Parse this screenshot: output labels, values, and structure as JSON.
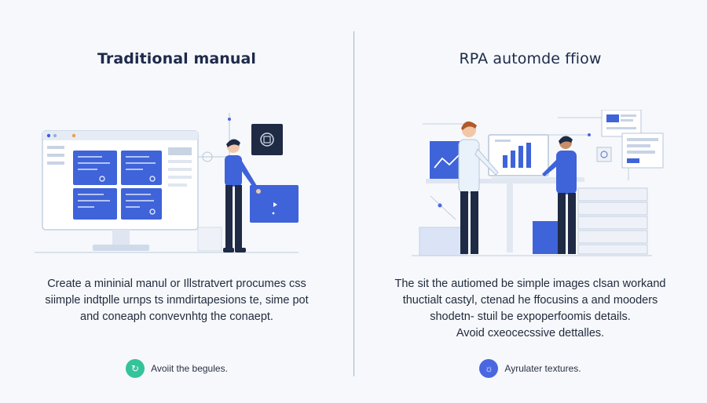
{
  "left": {
    "title": "Traditional manual",
    "description": [
      "Create a mininial manul or Illstratvert procumes css",
      "siimple indtplle urnps ts inmdirtapesions te, sime pot",
      "and coneaph convevnhtg the conaept."
    ],
    "footer_text": "Avoiit the begules.",
    "footer_icon": "refresh-icon"
  },
  "right": {
    "title": "RPA automde ffiow",
    "description": [
      "The sit the autiomed be simple images clsan workand",
      "thuctialt castyl, ctenad he ffocusins a and mooders",
      "shodetn- stuil be expoperfoomis details.",
      "Avoid cxeocecssive dettalles."
    ],
    "footer_text": "Ayrulater textures.",
    "footer_icon": "globe-icon"
  },
  "colors": {
    "accent": "#4a67e0",
    "accent_dark": "#2f4fc7",
    "navy": "#1d2a4a",
    "green": "#34c39a",
    "divider": "#9fb6c9"
  }
}
